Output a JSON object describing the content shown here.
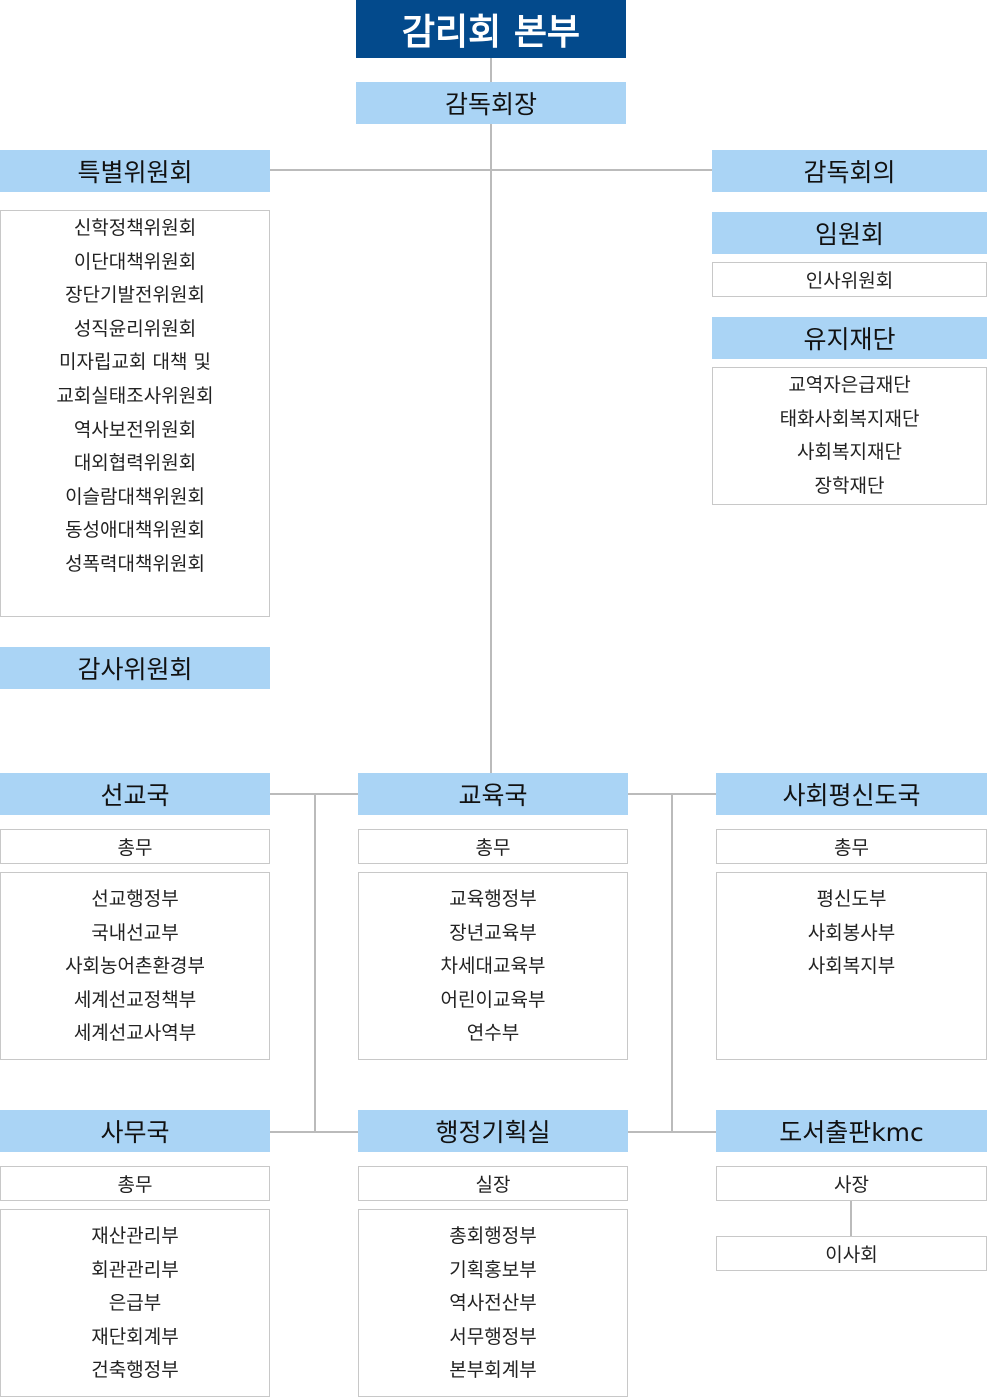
{
  "title": "감리회 본부",
  "bishop": "감독회장",
  "special_committee": {
    "label": "특별위원회",
    "items": [
      "신학정책위원회",
      "이단대책위원회",
      "장단기발전위원회",
      "성직윤리위원회",
      "미자립교회 대책 및",
      "교회실태조사위원회",
      "역사보전위원회",
      "대외협력위원회",
      "이슬람대책위원회",
      "동성애대책위원회",
      "성폭력대책위원회"
    ]
  },
  "audit_committee": "감사위원회",
  "bishops_council": "감독회의",
  "executive_board": {
    "label": "임원회",
    "items": [
      "인사위원회"
    ]
  },
  "foundation": {
    "label": "유지재단",
    "items": [
      "교역자은급재단",
      "태화사회복지재단",
      "사회복지재단",
      "장학재단"
    ]
  },
  "mission": {
    "label": "선교국",
    "head": "총무",
    "items": [
      "선교행정부",
      "국내선교부",
      "사회농어촌환경부",
      "세계선교정책부",
      "세계선교사역부"
    ]
  },
  "education": {
    "label": "교육국",
    "head": "총무",
    "items": [
      "교육행정부",
      "장년교육부",
      "차세대교육부",
      "어린이교육부",
      "연수부"
    ]
  },
  "social": {
    "label": "사회평신도국",
    "head": "총무",
    "items": [
      "평신도부",
      "사회봉사부",
      "사회복지부"
    ]
  },
  "office": {
    "label": "사무국",
    "head": "총무",
    "items": [
      "재산관리부",
      "회관관리부",
      "은급부",
      "재단회계부",
      "건축행정부"
    ]
  },
  "planning": {
    "label": "행정기획실",
    "head": "실장",
    "items": [
      "총회행정부",
      "기획홍보부",
      "역사전산부",
      "서무행정부",
      "본부회계부"
    ]
  },
  "publishing": {
    "label": "도서출판kmc",
    "head": "사장",
    "board": "이사회"
  },
  "colors": {
    "primary": "#034a8c",
    "header": "#aad4f5",
    "line": "#bbbbbb"
  }
}
